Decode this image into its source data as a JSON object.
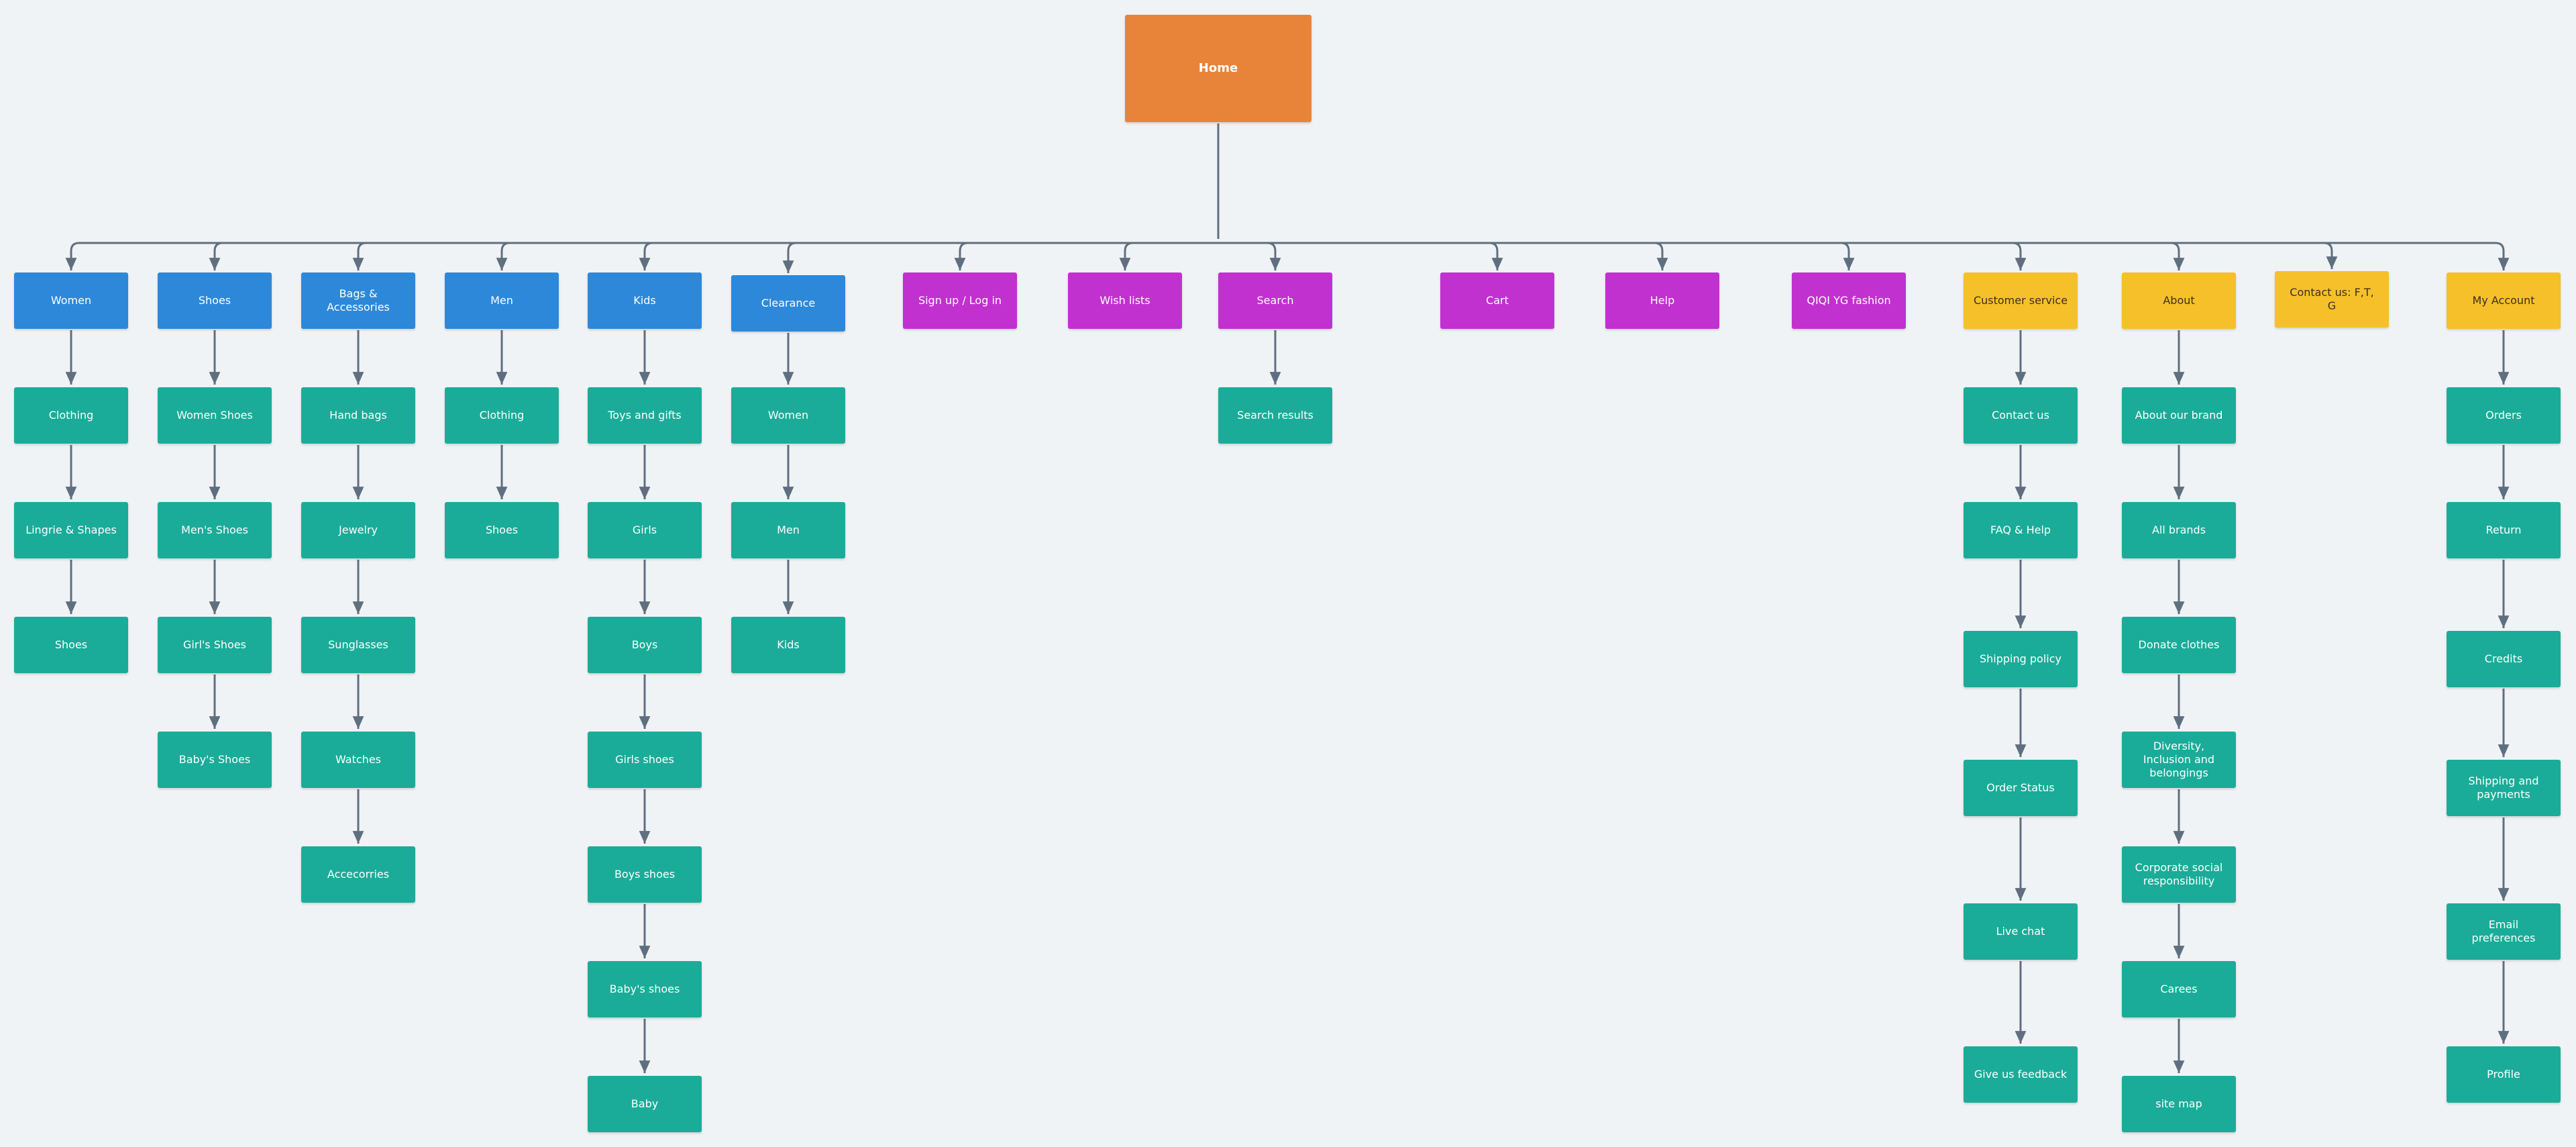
{
  "home": "Home",
  "colors": {
    "home": "#e8843a",
    "category": "#2e88d9",
    "utility": "#c131cf",
    "info": "#f6c02a",
    "page": "#1aac98",
    "connector": "#5f6f7f",
    "background": "#f0f3f6"
  },
  "columns": [
    {
      "label": "Women",
      "kind": "category",
      "children": [
        "Clothing",
        "Lingrie & Shapes",
        "Shoes"
      ]
    },
    {
      "label": "Shoes",
      "kind": "category",
      "children": [
        "Women Shoes",
        "Men's Shoes",
        "Girl's Shoes",
        "Baby's Shoes"
      ]
    },
    {
      "label": "Bags & Accessories",
      "kind": "category",
      "children": [
        "Hand bags",
        "Jewelry",
        "Sunglasses",
        "Watches",
        "Accecorries"
      ]
    },
    {
      "label": "Men",
      "kind": "category",
      "children": [
        "Clothing",
        "Shoes"
      ]
    },
    {
      "label": "Kids",
      "kind": "category",
      "children": [
        "Toys and gifts",
        "Girls",
        "Boys",
        "Girls shoes",
        "Boys shoes",
        "Baby's shoes",
        "Baby"
      ]
    },
    {
      "label": "Clearance",
      "kind": "category",
      "children": [
        "Women",
        "Men",
        "Kids"
      ]
    },
    {
      "label": "Sign up / Log in",
      "kind": "utility",
      "children": []
    },
    {
      "label": "Wish lists",
      "kind": "utility",
      "children": []
    },
    {
      "label": "Search",
      "kind": "utility",
      "children": [
        "Search results"
      ]
    },
    {
      "label": "Cart",
      "kind": "utility",
      "children": []
    },
    {
      "label": "Help",
      "kind": "utility",
      "children": []
    },
    {
      "label": "QIQI YG fashion",
      "kind": "utility",
      "children": []
    },
    {
      "label": "Customer service",
      "kind": "info",
      "children": [
        "Contact us",
        "FAQ & Help",
        "Shipping policy",
        "Order Status",
        "Live chat",
        "Give us feedback"
      ]
    },
    {
      "label": "About",
      "kind": "info",
      "children": [
        "About our brand",
        "All brands",
        "Donate clothes",
        "Diversity, Inclusion and belongings",
        "Corporate social responsibility",
        "Carees",
        "site map"
      ]
    },
    {
      "label": "Contact us: F,T, G",
      "kind": "info",
      "children": []
    },
    {
      "label": "My Account",
      "kind": "info",
      "children": [
        "Orders",
        "Return",
        "Credits",
        "Shipping and payments",
        "Email preferences",
        "Profile"
      ]
    }
  ]
}
